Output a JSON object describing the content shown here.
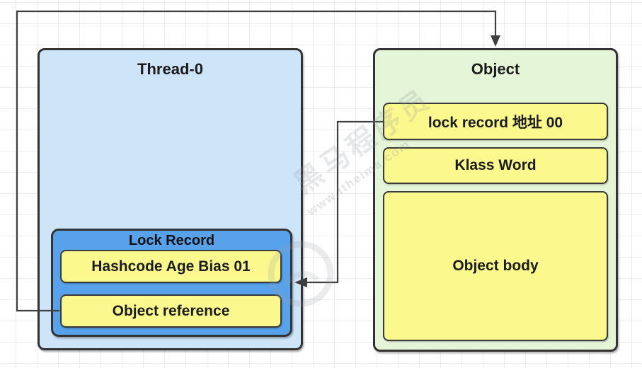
{
  "diagram": {
    "thread_box": {
      "title": "Thread-0",
      "lock_record": {
        "title": "Lock Record",
        "rows": [
          {
            "label": "Hashcode Age Bias 01"
          },
          {
            "label": "Object reference"
          }
        ]
      }
    },
    "object_box": {
      "title": "Object",
      "rows": [
        {
          "label": "lock record 地址 00"
        },
        {
          "label": "Klass Word"
        },
        {
          "label": "Object body"
        }
      ]
    },
    "connectors": [
      {
        "name": "object-reference-to-object",
        "from": "Object reference",
        "to": "Object",
        "arrow": "down-into-object-top"
      },
      {
        "name": "lock-record-address-to-lock-record",
        "from": "lock record 地址 00",
        "to": "Lock Record",
        "arrow": "left-into-lock-record-right"
      }
    ],
    "watermark": {
      "text": "黑马程序员",
      "url": "www.itheima.com"
    },
    "colors": {
      "thread_fill": "#cee4f9",
      "object_fill": "#e4f5d8",
      "lock_record_fill": "#57a2eb",
      "cell_fill": "#fbf88e",
      "border": "#333333",
      "connector": "#3f3f3f",
      "grid_line": "#ececec"
    }
  }
}
